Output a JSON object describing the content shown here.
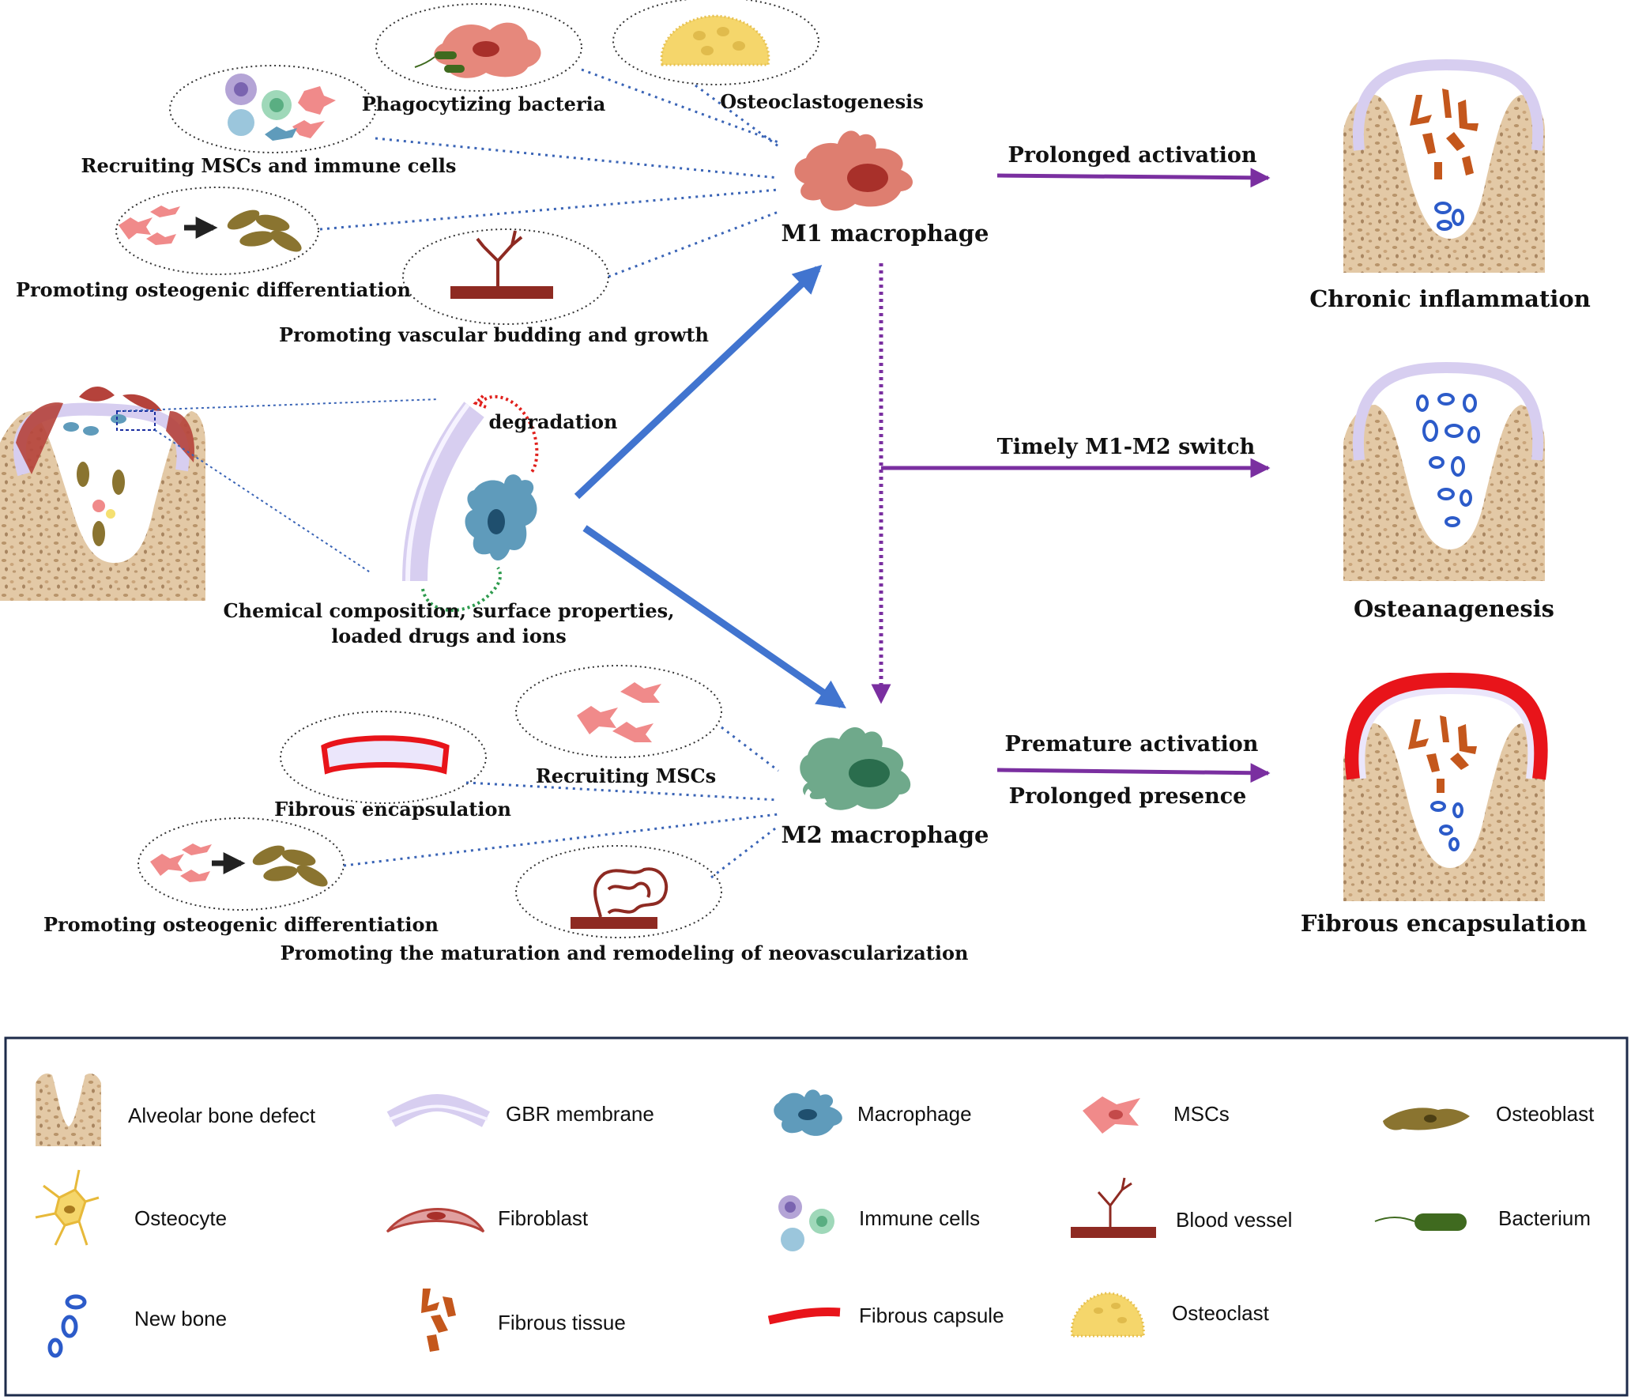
{
  "colors": {
    "bone_fill": "#e3c9a6",
    "bone_dot": "#b8946a",
    "membrane": "#d7cef0",
    "capsule": "#e8141a",
    "m1": "#de7e70",
    "m1_nucleus": "#a8302a",
    "m2": "#6fa98b",
    "m2_nucleus": "#2a6d4d",
    "macrophage": "#5f9bbb",
    "arrow_blue": "#4174cf",
    "arrow_purple": "#7a2fa0",
    "new_bone": "#2c5bc9",
    "fibrous": "#c4571c",
    "msc": "#f08a8a",
    "osteoblast": "#8a7430",
    "osteoclast": "#f5d66b",
    "vessel": "#8e2a22",
    "legend_border": "#1d2b4a"
  },
  "top_functions": {
    "phagocytizing": "Phagocytizing bacteria",
    "osteoclastogenesis": "Osteoclastogenesis",
    "recruiting": "Recruiting MSCs and immune cells",
    "osteogenic": "Promoting osteogenic differentiation",
    "vascular": "Promoting vascular budding and growth"
  },
  "bottom_functions": {
    "recruiting": "Recruiting MSCs",
    "fibrous": "Fibrous encapsulation",
    "osteogenic": "Promoting osteogenic differentiation",
    "neovascular": "Promoting the maturation and remodeling of neovascularization"
  },
  "center": {
    "degradation": "degradation",
    "properties_line1": "Chemical composition, surface properties,",
    "properties_line2": "loaded drugs and ions"
  },
  "macrophages": {
    "m1": "M1 macrophage",
    "m2": "M2 macrophage"
  },
  "outcomes": {
    "prolonged_activation": "Prolonged activation",
    "timely_switch": "Timely M1-M2 switch",
    "premature_activation": "Premature activation",
    "prolonged_presence": "Prolonged presence",
    "chronic": "Chronic inflammation",
    "osteanagenesis": "Osteanagenesis",
    "fibrous": "Fibrous encapsulation"
  },
  "legend": {
    "alveolar": "Alveolar bone defect",
    "gbr": "GBR membrane",
    "macrophage": "Macrophage",
    "mscs": "MSCs",
    "osteoblast": "Osteoblast",
    "osteocyte": "Osteocyte",
    "fibroblast": "Fibroblast",
    "immune": "Immune cells",
    "vessel": "Blood vessel",
    "bacterium": "Bacterium",
    "new_bone": "New bone",
    "fibrous_tissue": "Fibrous tissue",
    "capsule": "Fibrous capsule",
    "osteoclast": "Osteoclast"
  }
}
